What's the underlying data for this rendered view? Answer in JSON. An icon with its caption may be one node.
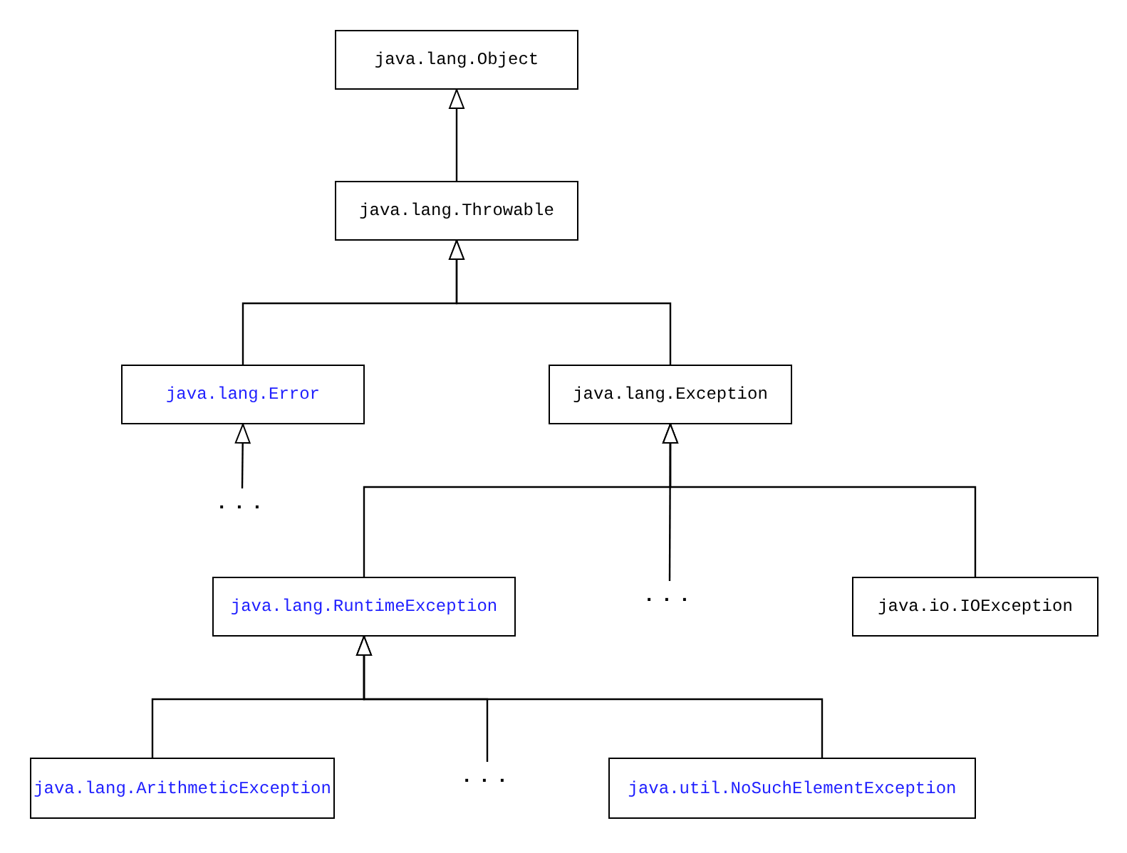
{
  "diagram": {
    "nodes": [
      {
        "text": [
          "java.lang.Object"
        ]
      },
      {
        "text": [
          "java.lang.Throwable"
        ]
      },
      {
        "text": [
          "java.lang.Error"
        ]
      },
      {
        "text": [
          "java.lang.Exception"
        ]
      },
      {
        "text": [
          "..."
        ]
      },
      {
        "text": [
          "java.lang.RuntimeException"
        ]
      },
      {
        "text": [
          "..."
        ]
      },
      {
        "text": [
          "java.io.IOException"
        ]
      },
      {
        "text": [
          "java.lang.ArithmeticException"
        ]
      },
      {
        "text": [
          "..."
        ]
      },
      {
        "text": [
          "java.util.NoSuchElementException"
        ]
      }
    ],
    "edges": [
      {
        "from": 1,
        "to": 0,
        "arrow": "to"
      },
      {
        "from": 2,
        "to": 1,
        "arrow": "to"
      },
      {
        "from": 3,
        "to": 1,
        "arrow": "to"
      },
      {
        "from": 4,
        "to": 2,
        "arrow": "to"
      },
      {
        "from": 5,
        "to": 3,
        "arrow": "to"
      },
      {
        "from": 6,
        "to": 3,
        "arrow": "to"
      },
      {
        "from": 7,
        "to": 3,
        "arrow": "to"
      },
      {
        "from": 8,
        "to": 5,
        "arrow": "to"
      },
      {
        "from": 9,
        "to": 5,
        "arrow": "to"
      },
      {
        "from": 10,
        "to": 5,
        "arrow": "to"
      }
    ]
  }
}
